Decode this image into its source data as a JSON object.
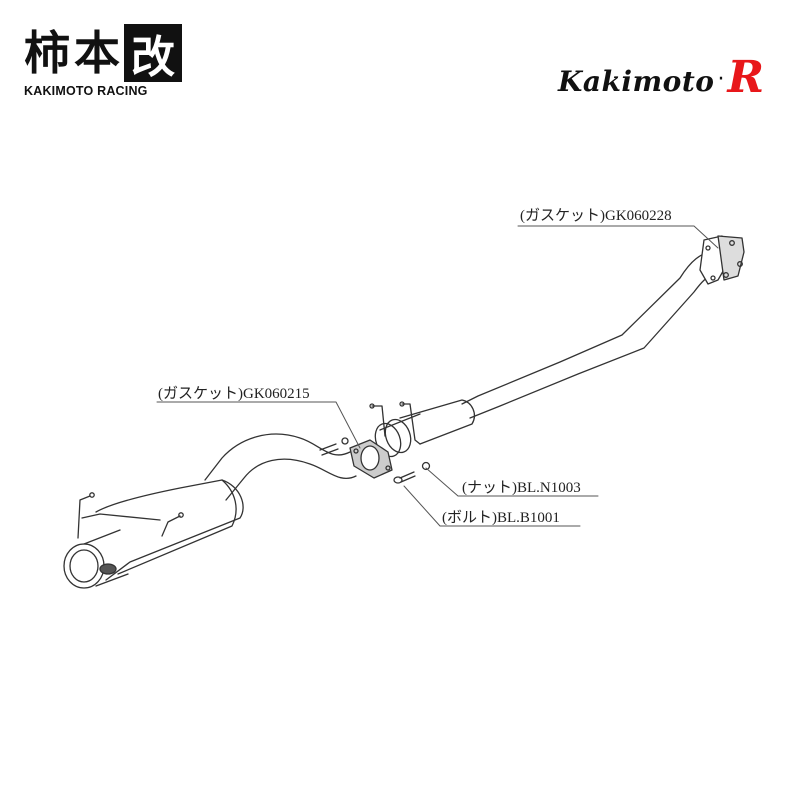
{
  "logo_left": {
    "kanji_1": "柿",
    "kanji_2": "本",
    "kanji_3": "改",
    "subtitle": "KAKIMOTO RACING"
  },
  "logo_right": {
    "name": "Kakimoto",
    "dot": "·",
    "suffix": "R",
    "suffix_color": "#e8171a"
  },
  "callouts": [
    {
      "label": "(ガスケット)GK060228",
      "part": "gasket-front"
    },
    {
      "label": "(ガスケット)GK060215",
      "part": "gasket-mid"
    },
    {
      "label": "(ナット)BL.N1003",
      "part": "nut"
    },
    {
      "label": "(ボルト)BL.B1001",
      "part": "bolt"
    }
  ]
}
